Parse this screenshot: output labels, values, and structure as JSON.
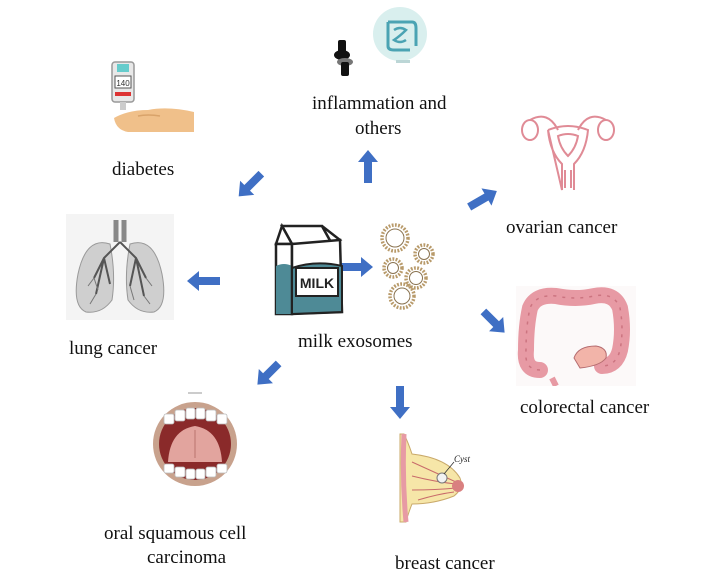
{
  "center": {
    "label": "milk exosomes",
    "carton_text": "MILK",
    "icons": [
      "milk-carton-icon",
      "exosome-vesicles-icon"
    ]
  },
  "outcomes": {
    "inflammation": {
      "line1": "inflammation and",
      "line2": "others",
      "icons": [
        "knee-joint-icon",
        "intestine-icon"
      ]
    },
    "diabetes": {
      "label": "diabetes",
      "icon": "glucose-meter-icon",
      "meter_reading": "140"
    },
    "ovarian": {
      "label": "ovarian cancer",
      "icon": "uterus-ovaries-icon"
    },
    "lung": {
      "label": "lung cancer",
      "icon": "lungs-icon"
    },
    "colorectal": {
      "label": "colorectal cancer",
      "icon": "colon-icon"
    },
    "oral": {
      "line1": "oral squamous cell",
      "line2": "carcinoma",
      "icon": "mouth-icon"
    },
    "breast": {
      "label": "breast cancer",
      "icon": "breast-icon",
      "annotation": "Cyst"
    }
  },
  "colors": {
    "arrow": "#3f6fc4",
    "carton": "#4e8a96",
    "vesicle": "#b89a6a",
    "tissue_pink": "#e79aa4"
  }
}
